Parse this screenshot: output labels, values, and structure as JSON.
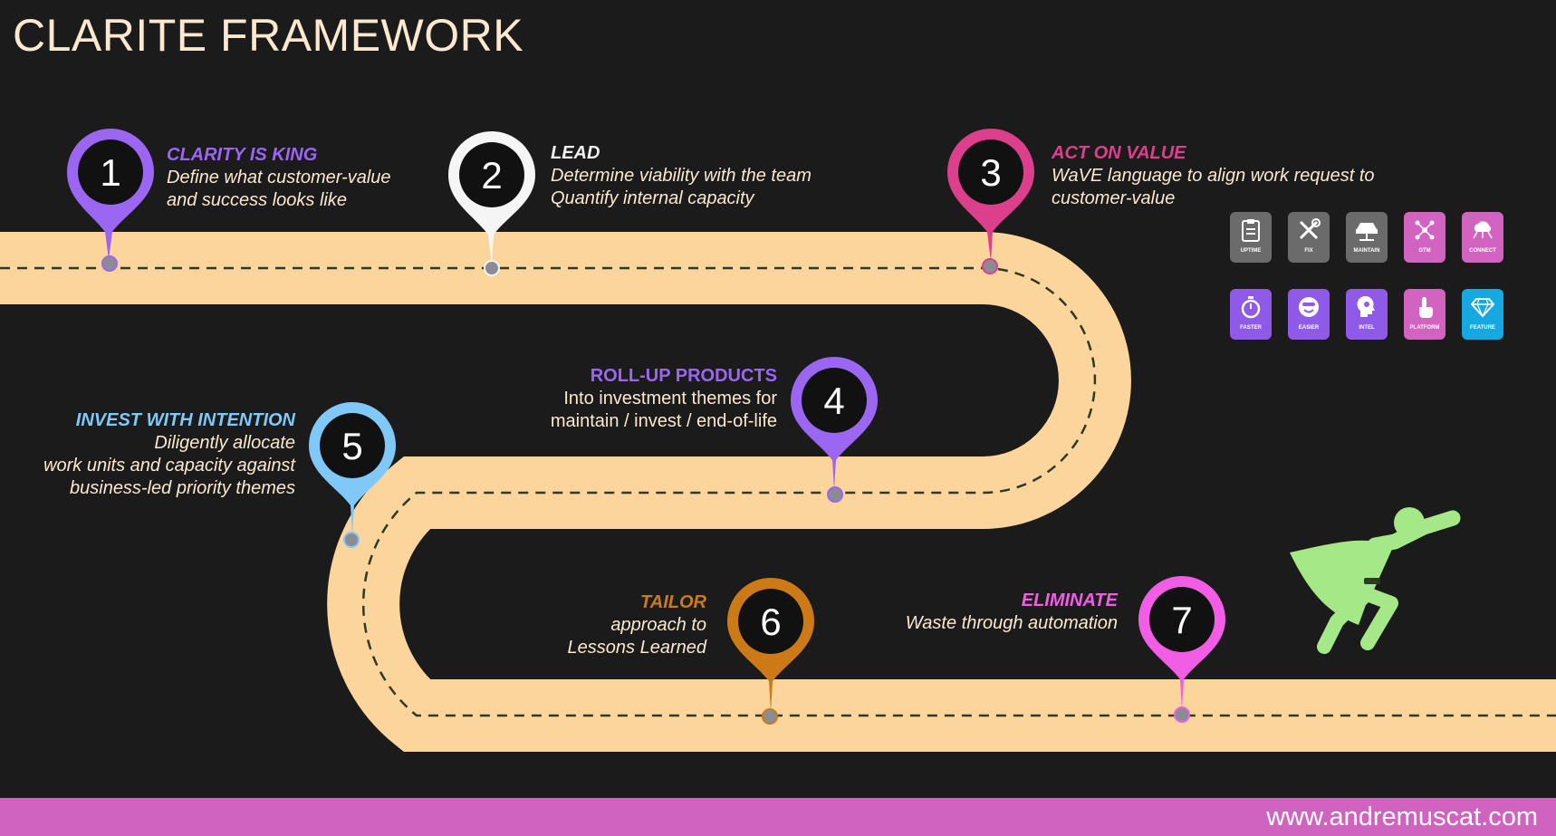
{
  "title": "CLARITE FRAMEWORK",
  "colors": {
    "background": "#1b1b1b",
    "road": "#fbd59c",
    "dash": "#2f3a20",
    "text": "#fbe8cf",
    "footer": "#d063bf",
    "step1": "#9a66f2",
    "step2": "#f5f5f5",
    "step3": "#dc3f8c",
    "step4": "#9a66f2",
    "step5": "#7fc8f8",
    "step6": "#cb7a16",
    "step7": "#f25de6",
    "hero": "#a5e887"
  },
  "steps": [
    {
      "num": "1",
      "heading": "CLARITY IS KING",
      "lines": [
        "Define what customer-value",
        "and success looks like"
      ]
    },
    {
      "num": "2",
      "heading": "LEAD",
      "lines": [
        "Determine viability with the team",
        "Quantify internal capacity"
      ]
    },
    {
      "num": "3",
      "heading": "ACT ON VALUE",
      "lines": [
        "WaVE language to align work request to",
        "customer-value"
      ]
    },
    {
      "num": "4",
      "heading": "ROLL-UP PRODUCTS",
      "lines": [
        "Into investment themes for",
        "maintain / invest / end-of-life"
      ]
    },
    {
      "num": "5",
      "heading": "INVEST WITH INTENTION",
      "lines": [
        "Diligently allocate",
        "work units and capacity against",
        "business-led priority themes"
      ]
    },
    {
      "num": "6",
      "heading": "TAILOR",
      "lines": [
        "approach to",
        "Lessons Learned"
      ]
    },
    {
      "num": "7",
      "heading": "ELIMINATE",
      "lines": [
        "Waste through automation"
      ]
    }
  ],
  "icons": [
    {
      "label": "UPTIME",
      "icon": "clipboard-icon",
      "color": "#6b6b6b"
    },
    {
      "label": "FIX",
      "icon": "tools-icon",
      "color": "#6b6b6b"
    },
    {
      "label": "MAINTAIN",
      "icon": "car-lift-icon",
      "color": "#6b6b6b"
    },
    {
      "label": "GTM",
      "icon": "network-icon",
      "color": "#d263c0"
    },
    {
      "label": "CONNECT",
      "icon": "cloud-network-icon",
      "color": "#d263c0"
    },
    {
      "label": "FASTER",
      "icon": "stopwatch-icon",
      "color": "#8f5ae8"
    },
    {
      "label": "EASIER",
      "icon": "smiley-icon",
      "color": "#8f5ae8"
    },
    {
      "label": "INTEL",
      "icon": "brain-head-icon",
      "color": "#8f5ae8"
    },
    {
      "label": "PLATFORM",
      "icon": "pointer-hand-icon",
      "color": "#d263c0"
    },
    {
      "label": "FEATURE",
      "icon": "diamond-icon",
      "color": "#16a8e0"
    }
  ],
  "footer": {
    "url": "www.andremuscat.com"
  }
}
